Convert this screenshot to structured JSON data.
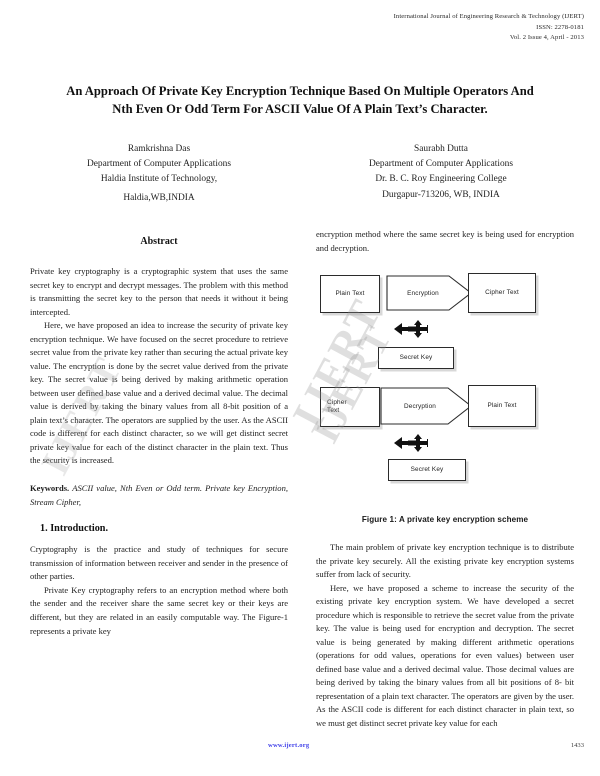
{
  "header": {
    "journal": "International Journal of Engineering Research & Technology (IJERT)",
    "issn": "ISSN: 2278-0181",
    "volume": "Vol. 2 Issue 4, April - 2013"
  },
  "title": {
    "line1": "An Approach Of Private Key Encryption Technique Based On Multiple Operators And",
    "line2": "Nth Even Or Odd Term For ASCII Value Of A Plain Text’s Character."
  },
  "authors": [
    {
      "name": "Ramkrishna Das",
      "department": "Department of Computer Applications",
      "institution": "Haldia Institute of Technology,",
      "location": "Haldia,WB,INDIA"
    },
    {
      "name": "Saurabh Dutta",
      "department": "Department of Computer Applications",
      "institution": "Dr. B. C. Roy Engineering College",
      "location": "Durgapur-713206, WB, INDIA"
    }
  ],
  "abstract": {
    "heading": "Abstract",
    "paragraph1": "Private key cryptography is a cryptographic system that uses the same secret key to encrypt and decrypt messages. The problem with this method is transmitting the secret key to the person that needs it without it being intercepted.",
    "paragraph2": "Here, we have proposed an idea to increase the security of private key encryption technique. We have focused on the secret procedure to retrieve secret value from the private key rather than securing the actual private key value. The encryption is done by the secret value derived from the private key. The secret value is being derived by making arithmetic operation between user defined base value and a derived decimal value. The decimal value is derived by taking the binary values from all 8-bit position of a plain text’s character. The operators are supplied by the user. As the ASCII code is different for each distinct character, so we will get distinct secret private key value for each of the distinct character in the plain text. Thus the security is increased."
  },
  "keywords": {
    "label": "Keywords.",
    "text": "ASCII value, Nth Even or Odd term. Private key Encryption, Stream Cipher,"
  },
  "introduction": {
    "heading": "1. Introduction.",
    "paragraph1": "Cryptography is the practice and study of techniques for secure transmission of information between receiver and sender in the presence of other parties.",
    "paragraph2": "Private Key cryptography refers to an encryption method where both the sender and the receiver share the same secret key or their keys are different, but they are related in an easily computable way. The Figure-1 represents a private key"
  },
  "right_column": {
    "continuation": "encryption method where the same secret key is being used for encryption and decryption.",
    "paragraph1": "The main problem of private key encryption technique is to distribute the private key securely. All the existing private key encryption systems suffer from lack of security.",
    "paragraph2": "Here, we have proposed a scheme to increase the security of the existing private key encryption system. We have developed a secret procedure which is responsible to retrieve the secret value from the private key. The value is being used for encryption and decryption. The secret value is being generated by making different arithmetic operations (operations for odd values, operations for even values) between user defined base value and a derived decimal value. Those decimal values are being derived by taking the binary values from all bit positions of 8- bit representation of a plain text character. The operators are given by the user. As the ASCII code is different for each distinct character in plain text, so we must get distinct secret private key value for each"
  },
  "figure": {
    "caption": "Figure 1: A private key encryption scheme",
    "encryption_row": {
      "input": "Plain Text",
      "process": "Encryption",
      "output": "Cipher Text",
      "key": "Secret Key"
    },
    "decryption_row": {
      "input": "Cipher\nText",
      "process": "Decryption",
      "output": "Plain Text",
      "key": "Secret Key"
    }
  },
  "watermark": {
    "text": "IJERT"
  },
  "footer": {
    "link": "www.ijert.org",
    "page": "1433"
  }
}
